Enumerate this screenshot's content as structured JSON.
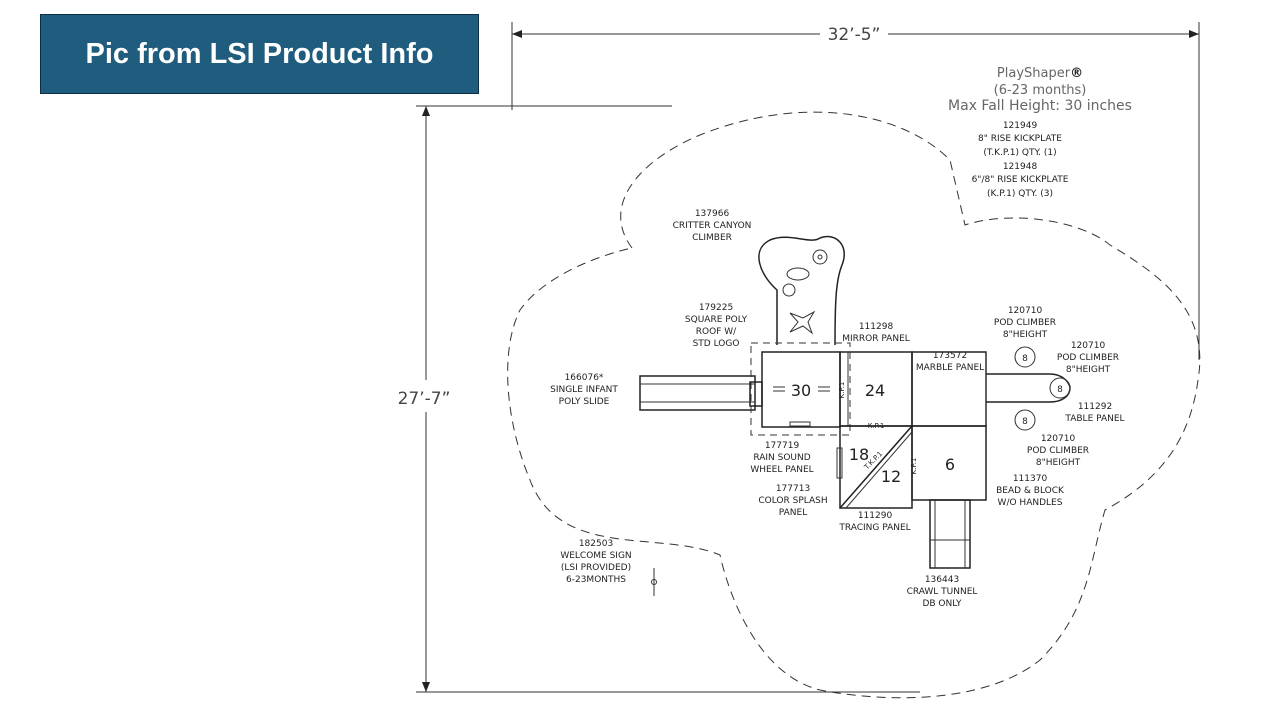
{
  "banner": {
    "text": "Pic from LSI Product Info"
  },
  "drawing": {
    "width_dim": "32’-5”",
    "height_dim": "27’-7”",
    "title": {
      "product": "PlayShaper",
      "registered": "®",
      "age": "(6-23 months)",
      "fall": "Max Fall Height: 30 inches"
    },
    "kickplates": [
      "121949",
      "8\" RISE KICKPLATE",
      "(T.K.P.1) QTY. (1)",
      "121948",
      "6\"/8\" RISE KICKPLATE",
      "(K.P.1) QTY. (3)"
    ],
    "critter": [
      "137966",
      "CRITTER CANYON",
      "CLIMBER"
    ],
    "roof": [
      "179225",
      "SQUARE POLY",
      "ROOF W/",
      "STD LOGO"
    ],
    "mirror": [
      "111298",
      "MIRROR PANEL"
    ],
    "marble": [
      "173572",
      "MARBLE PANEL"
    ],
    "pod1": [
      "120710",
      "POD CLIMBER",
      "8\"HEIGHT"
    ],
    "pod2": [
      "120710",
      "POD CLIMBER",
      "8\"HEIGHT"
    ],
    "table": [
      "111292",
      "TABLE PANEL"
    ],
    "pod3": [
      "120710",
      "POD CLIMBER",
      "8\"HEIGHT"
    ],
    "bead": [
      "111370",
      "BEAD & BLOCK",
      "W/O HANDLES"
    ],
    "slide": [
      "166076*",
      "SINGLE INFANT",
      "POLY SLIDE"
    ],
    "rain": [
      "177719",
      "RAIN SOUND",
      "WHEEL PANEL"
    ],
    "splash": [
      "177713",
      "COLOR SPLASH",
      "PANEL"
    ],
    "tracing": [
      "111290",
      "TRACING PANEL"
    ],
    "sign": [
      "182503",
      "WELCOME SIGN",
      "(LSI PROVIDED)",
      "6-23MONTHS"
    ],
    "tunnel": [
      "136443",
      "CRAWL TUNNEL",
      "DB ONLY"
    ],
    "decks": {
      "d30": "30",
      "d24": "24",
      "d18": "18",
      "d12": "12",
      "d6": "6"
    },
    "pod_value": "8",
    "kp_labels": {
      "kp": "K.P.1",
      "tkp": "T.K.P.1"
    }
  }
}
